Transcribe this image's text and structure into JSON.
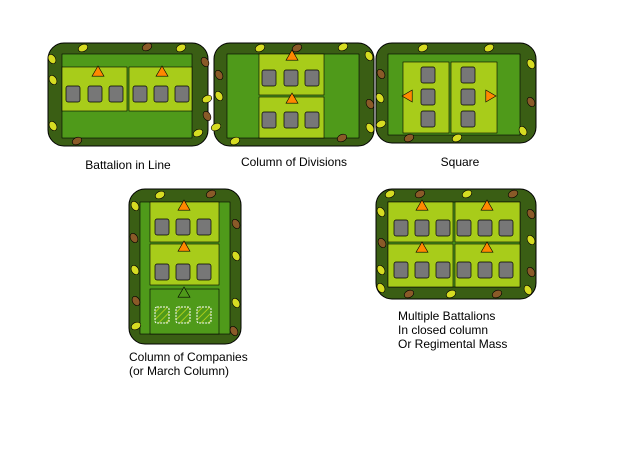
{
  "colors": {
    "border_dark": "#3a5e14",
    "field": "#4f9a1a",
    "battalion_fill": "#a8cc1a",
    "company_fill": "#777777",
    "officer_fill": "#ff8800",
    "outline": "#000000",
    "bush_light": "#d6dc22",
    "bush_brown": "#8a5a28"
  },
  "panels": [
    {
      "id": "battalion-in-line",
      "label_lines": [
        "Battalion in Line"
      ]
    },
    {
      "id": "column-of-divisions",
      "label_lines": [
        "Column of Divisions"
      ]
    },
    {
      "id": "square",
      "label_lines": [
        "Square"
      ]
    },
    {
      "id": "column-of-companies",
      "label_lines": [
        "Column of Companies",
        "(or March Column)"
      ]
    },
    {
      "id": "multiple-battalions",
      "label_lines": [
        "Multiple Battalions",
        "In closed column",
        "Or Regimental Mass"
      ]
    }
  ]
}
